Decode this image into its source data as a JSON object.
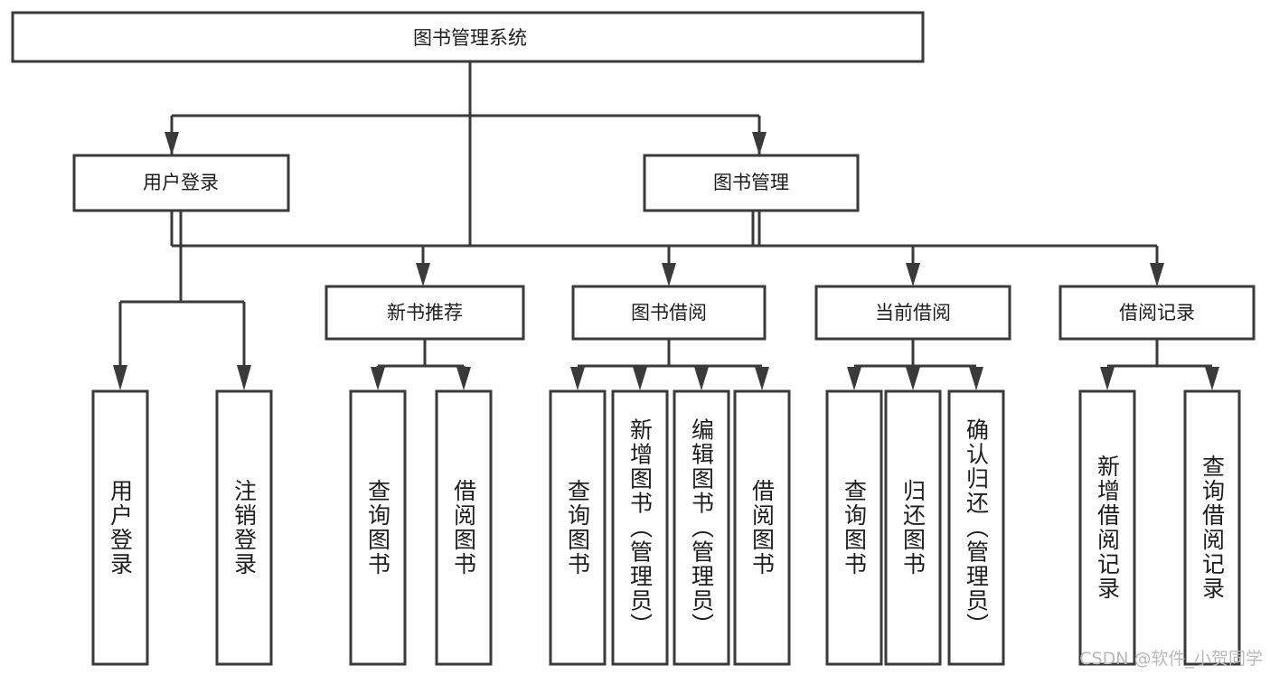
{
  "diagram": {
    "title": "图书管理系统",
    "type": "hierarchy-tree",
    "root": {
      "label": "图书管理系统"
    },
    "level2": [
      {
        "label": "用户登录"
      },
      {
        "label": "图书管理"
      }
    ],
    "level3": [
      {
        "label": "新书推荐"
      },
      {
        "label": "图书借阅"
      },
      {
        "label": "当前借阅"
      },
      {
        "label": "借阅记录"
      }
    ],
    "leaves": {
      "user_login": [
        {
          "label": "用户登录"
        },
        {
          "label": "注销登录"
        }
      ],
      "new_book_recommend": [
        {
          "label": "查询图书"
        },
        {
          "label": "借阅图书"
        }
      ],
      "book_borrow": [
        {
          "label": "查询图书"
        },
        {
          "label": "新增图书（管理员）"
        },
        {
          "label": "编辑图书（管理员）"
        },
        {
          "label": "借阅图书"
        }
      ],
      "current_borrow": [
        {
          "label": "查询图书"
        },
        {
          "label": "归还图书"
        },
        {
          "label": "确认归还（管理员）"
        }
      ],
      "borrow_records": [
        {
          "label": "新增借阅记录"
        },
        {
          "label": "查询借阅记录"
        }
      ]
    }
  },
  "watermark": {
    "text": "CSDN @软件_小贺同学"
  },
  "colors": {
    "stroke": "#3a3a3a",
    "box_fill": "#ffffff",
    "text": "#1d1d1d",
    "watermark": "#b9b9b9",
    "background": "#ffffff"
  }
}
